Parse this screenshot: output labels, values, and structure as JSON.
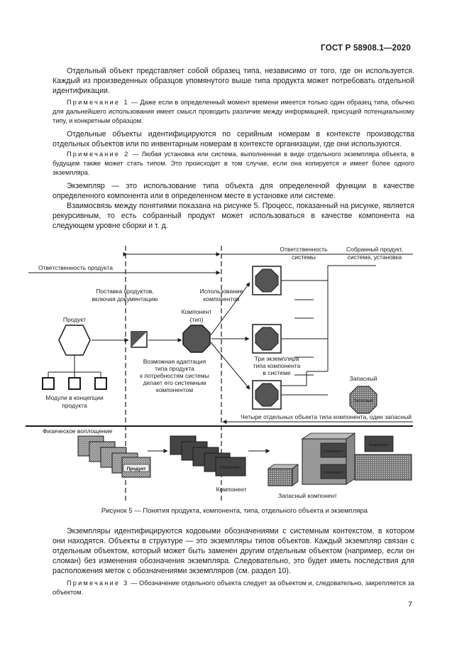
{
  "header": {
    "code": "ГОСТ Р 58908.1—2020"
  },
  "paragraphs": {
    "p1": "Отдельный объект представляет собой образец типа, независимо от того, где он используется. Каждый из произведенных образцов упомянутого выше типа продукта может потребовать отдельной идентификации.",
    "note1_label": "Примечание 1",
    "note1_text": " — Даже если в определенный момент времени имеется только один образец типа, обычно для дальнейшего использования имеет смысл проводить различие между информацией, присущей потенциальному типу, и конкретным образцом.",
    "p2": "Отдельные объекты идентифицируются по серийным номерам в контексте производства отдельных объектов или по инвентарным номерам в контексте организации, где они используются.",
    "note2_label": "Примечание 2",
    "note2_text": " — Любая установка или система, выполненная в виде отдельного экземпляра объекта, в будущем также может стать типом. Это происходит в том случае, если она копируется и имеет более одного экземпляра.",
    "p3": "Экземпляр — это использование типа объекта для определенной функции в качестве определенного компонента или в определенном месте в установке или системе.",
    "p4": "Взаимосвязь между понятиями показана на рисунке 5. Процесс, показанный на рисунке, является рекурсивным, то есть собранный продукт может использоваться в качестве компонента на следующем уровне сборки и т. д.",
    "p5": "Экземпляры идентифицируются кодовыми обозначениями с системным контекстом, в котором они находятся. Объекты в структуре — это экземпляры типов объектов. Каждый экземпляр связан с отдельным объектом, который может быть заменен другим отдельным объектом (например, если он сломан) без изменения обозначения экземпляра. Следовательно, это будет иметь последствия для расположения меток с обозначениями экземпляров (см. раздел 10).",
    "note3_label": "Примечание 3",
    "note3_text": " — Обозначение отдельного объекта следует за объектом и, следовательно, закрепляется за объектом."
  },
  "figure": {
    "caption": "Рисунок 5 — Понятия продукта, компонента, типа, отдельного объекта и экземпляра",
    "labels": {
      "product_responsibility": "Ответственность продукта",
      "system_responsibility_1": "Ответственность",
      "system_responsibility_2": "системы",
      "assembled_1": "Собранный продукт,",
      "assembled_2": "система, установка",
      "supply_1": "Поставка продуктов,",
      "supply_2": "включая документацию",
      "use_1": "Использование",
      "use_2": "компонентов",
      "product": "Продукт",
      "component_type_1": "Компонент",
      "component_type_2": "(тип)",
      "modules_1": "Модули в концепции",
      "modules_2": "продукта",
      "adapt_1": "Возможная адаптация",
      "adapt_2": "типа продукта",
      "adapt_3": "к потребностям системы",
      "adapt_4": "делает его системным",
      "adapt_5": "компонентом",
      "three_1": "Три экземпляра",
      "three_2": "типа компонента",
      "three_3": "в системе",
      "spare": "Запасный",
      "spare_box": "Запасный",
      "four": "Четыре отдельных объекта типа компонента, один запасный",
      "physical": "Физическое воплощение",
      "product_box": "Продукт",
      "component_box": "Компонент",
      "component_caption": "Компонент",
      "spare_component": "Запасный компонент"
    }
  },
  "page": {
    "number": "7"
  }
}
